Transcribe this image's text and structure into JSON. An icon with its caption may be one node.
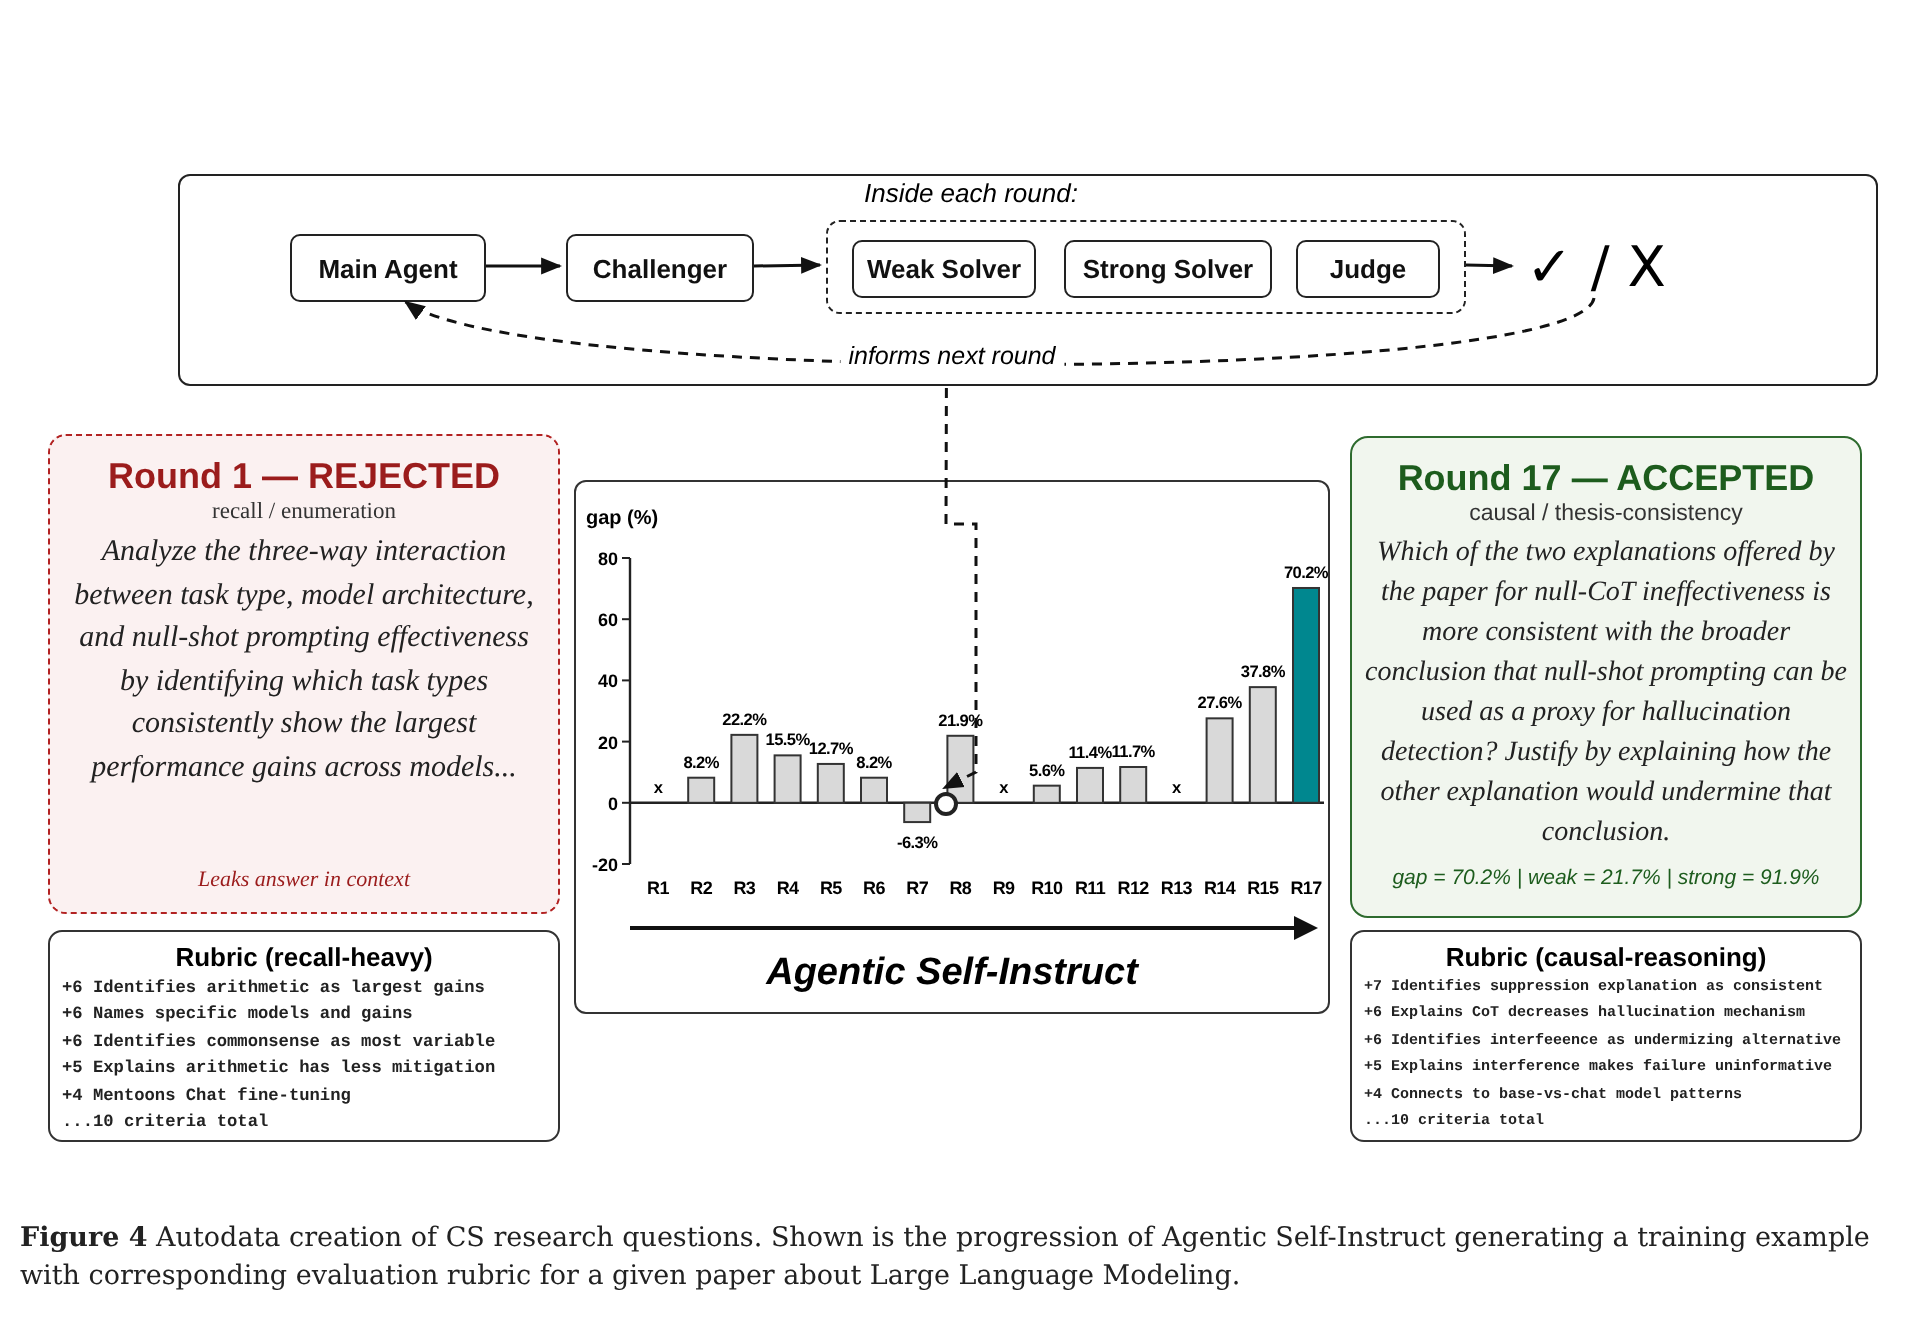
{
  "diagram": {
    "caption": "**Figure 4** Autodata creation of CS research questions. Shown is the progression of Agentic Self-Instruct generating a training example with corresponding evaluation rubric for a given paper about Large Language Modeling.",
    "nodes": [
      {
        "text": [],
        "shape": "box"
      },
      {
        "text": [
          "Main Agent"
        ],
        "in": 0
      },
      {
        "text": [
          "Challenger"
        ],
        "in": 0
      },
      {
        "text": [
          "Inside each round:"
        ],
        "in": 0
      },
      {
        "text": [
          "Weak Solver"
        ],
        "in": 3
      },
      {
        "text": [
          "Strong Solver"
        ],
        "in": 3
      },
      {
        "text": [
          "Judge"
        ],
        "in": 3
      },
      {
        "text": [
          "✓ / X"
        ],
        "in": 0
      },
      {
        "text": [
          "Round 1 — REJECTED",
          "recall / enumeration",
          "Analyze the three-way interaction between task type, model architecture, and null-shot prompting effectiveness by identifying which task types consistently show the largest performance gains across models...",
          "Leaks answer in context"
        ]
      },
      {
        "text": [
          "Rubric (recall-heavy)",
          "+6 Identifies arithmetic as largest gains",
          "+6 Names specific models and gains",
          "+6 Identifies commonsense as most variable",
          "+5 Explains arithmetic has less mitigation",
          "+4 Mentoons Chat fine-tuning",
          "...10 criteria total"
        ]
      },
      {
        "text": [],
        "shape": "box"
      },
      {
        "text": [
          "Round 17 — ACCEPTED",
          "causal / thesis-consistency",
          "Which of the two explanations offered by the paper for null-CoT ineffectiveness is more consistent with the broader conclusion that null-shot prompting can be used as a proxy for hallucination detection? Justify by explaining how the other explanation would undermine that conclusion.",
          "gap = 70.2% | weak = 21.7% | strong = 91.9%"
        ]
      },
      {
        "text": [
          "Rubric (causal-reasoning)",
          "+7 Identifies suppression explanation as consistent",
          "+6 Explains CoT decreases hallucination mechanism",
          "+6 Identifies interfeeence as undermizing alternative",
          "+5 Explains interference makes failure uninformative",
          "+4 Connects to base-vs-chat model patterns",
          "...10 criteria total"
        ]
      },
      {
        "text": [],
        "shape": "circle",
        "in": 10
      }
    ],
    "edges": [
      {
        "from": 1,
        "to": 2,
        "arrow": "to"
      },
      {
        "from": 2,
        "to": 3,
        "arrow": "to"
      },
      {
        "from": 3,
        "to": 7,
        "arrow": "to"
      },
      {
        "from": 7,
        "to": 1,
        "arrow": "to",
        "style": "dashed",
        "label": "informs next round"
      },
      {
        "from": 0,
        "to": 13,
        "arrow": "to",
        "style": "dashed"
      }
    ],
    "chart_data": {
      "type": "bar",
      "xlabel": "Agentic Self-Instruct",
      "ylabel": "gap (%)",
      "categories": [
        "R1",
        "R2",
        "R3",
        "R4",
        "R5",
        "R6",
        "R7",
        "R8",
        "R9",
        "R10",
        "R11",
        "R12",
        "R13",
        "R14",
        "R15",
        "R17"
      ],
      "series": [
        {
          "color": "#d9d9d9",
          "values": [
            null,
            8.2,
            22.2,
            15.5,
            12.7,
            8.2,
            -6.3,
            21.9,
            null,
            5.6,
            11.4,
            11.7,
            null,
            27.6,
            37.8,
            null
          ]
        },
        {
          "color": "#00878f",
          "values": [
            null,
            null,
            null,
            null,
            null,
            null,
            null,
            null,
            null,
            null,
            null,
            null,
            null,
            null,
            null,
            70.2
          ]
        }
      ],
      "stacked": true,
      "ylim": [
        -20,
        80
      ],
      "yticks": [
        -20,
        0,
        20,
        40,
        60,
        80
      ],
      "value_labels": [
        "x",
        "8.2%",
        "22.2%",
        "15.5%",
        "12.7%",
        "8.2%",
        "-6.3%",
        "21.9%",
        "x",
        "5.6%",
        "11.4%",
        "11.7%",
        "x",
        "27.6%",
        "37.8%",
        "70.2%"
      ]
    }
  }
}
